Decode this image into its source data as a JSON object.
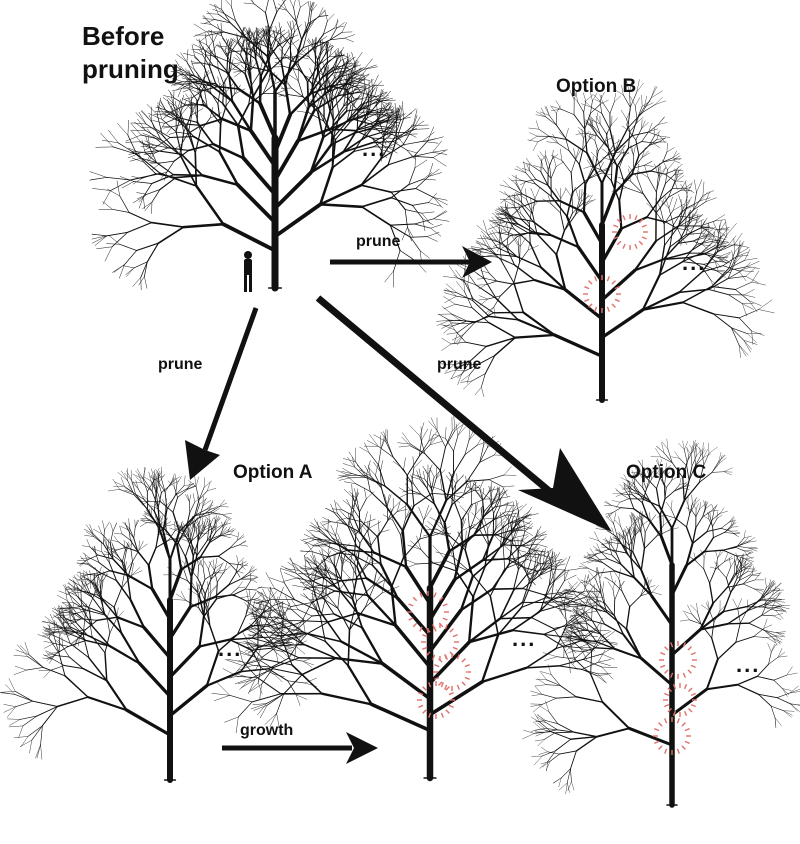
{
  "title": "Before pruning",
  "options": {
    "a": "Option A",
    "b": "Option B",
    "c": "Option C"
  },
  "arrows": {
    "prune_b": "prune",
    "prune_a": "prune",
    "prune_c": "prune",
    "growth": "growth"
  },
  "ellipsis": "...",
  "colors": {
    "ink": "#111111",
    "cut_mark": "#e0706a"
  }
}
